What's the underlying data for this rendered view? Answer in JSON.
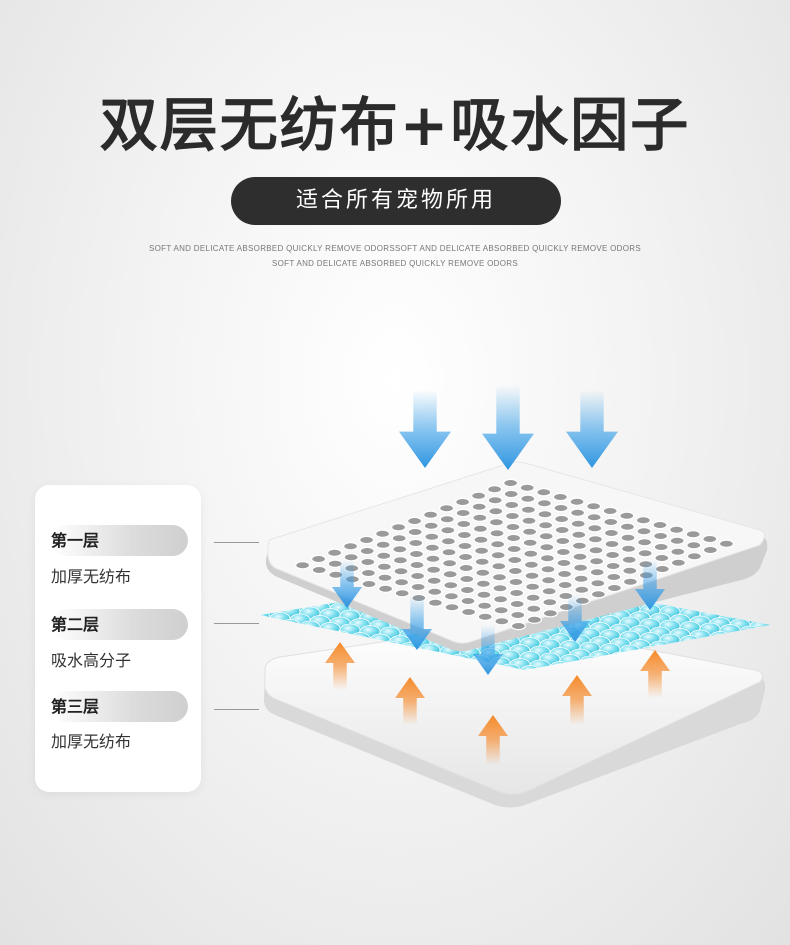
{
  "title": "双层无纺布+吸水因子",
  "subtitle": "适合所有宠物所用",
  "tagline": [
    "SOFT AND DELICATE ABSORBED QUICKLY REMOVE ODORSSOFT AND DELICATE ABSORBED QUICKLY REMOVE ODORS",
    "SOFT AND DELICATE ABSORBED QUICKLY REMOVE ODORS"
  ],
  "layers": [
    {
      "name": "第一层",
      "desc": "加厚无纺布"
    },
    {
      "name": "第二层",
      "desc": "吸水高分子"
    },
    {
      "name": "第三层",
      "desc": "加厚无纺布"
    }
  ],
  "colors": {
    "down_arrow": "#3aa0e8",
    "up_arrow": "#f5913a",
    "bead": "#5fd3e6",
    "dark_pill": "#2e2e2e"
  },
  "icons": [
    "down-arrow-icon",
    "up-arrow-icon"
  ]
}
